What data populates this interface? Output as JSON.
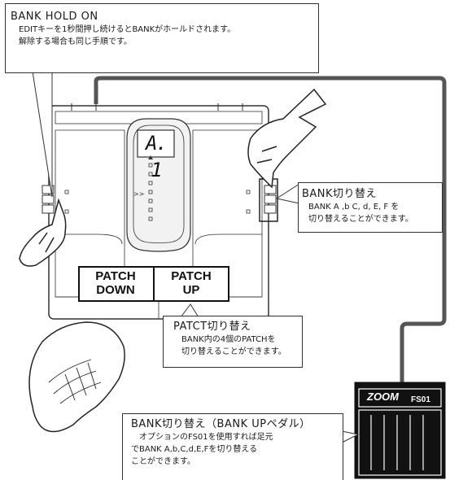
{
  "bank_hold": {
    "title": "BANK HOLD ON",
    "line1": "EDITキーを1秒間押し続けるとBANKがホールドされます。",
    "line2": "解除する場合も同じ手順です。"
  },
  "bank_switch": {
    "title": "BANK切り替え",
    "line1": "BANK A ,b C, d, E, F を",
    "line2": "切り替えることができます。"
  },
  "patch_switch": {
    "title": "PATCT切り替え",
    "line1": "BANK内の4個のPATCHを",
    "line2": "切り替えることができます。"
  },
  "pedal_switch": {
    "title": "BANK切り替え（BANK UPペダル）",
    "line1": "オプションのFS01を使用すれば足元",
    "line2": "でBANK A,b,C,d,E,Fを切り替える",
    "line3": "ことができます。"
  },
  "pedal_labels": {
    "left_top": "PATCH",
    "left_bottom": "DOWN",
    "right_top": "PATCH",
    "right_bottom": "UP"
  },
  "display": {
    "value": "A. 1"
  },
  "footswitch": {
    "brand": "ZOOM",
    "model": "FS01"
  },
  "colors": {
    "cable": "#555555",
    "line": "#333333",
    "display_bg": "#f2f2f2"
  }
}
